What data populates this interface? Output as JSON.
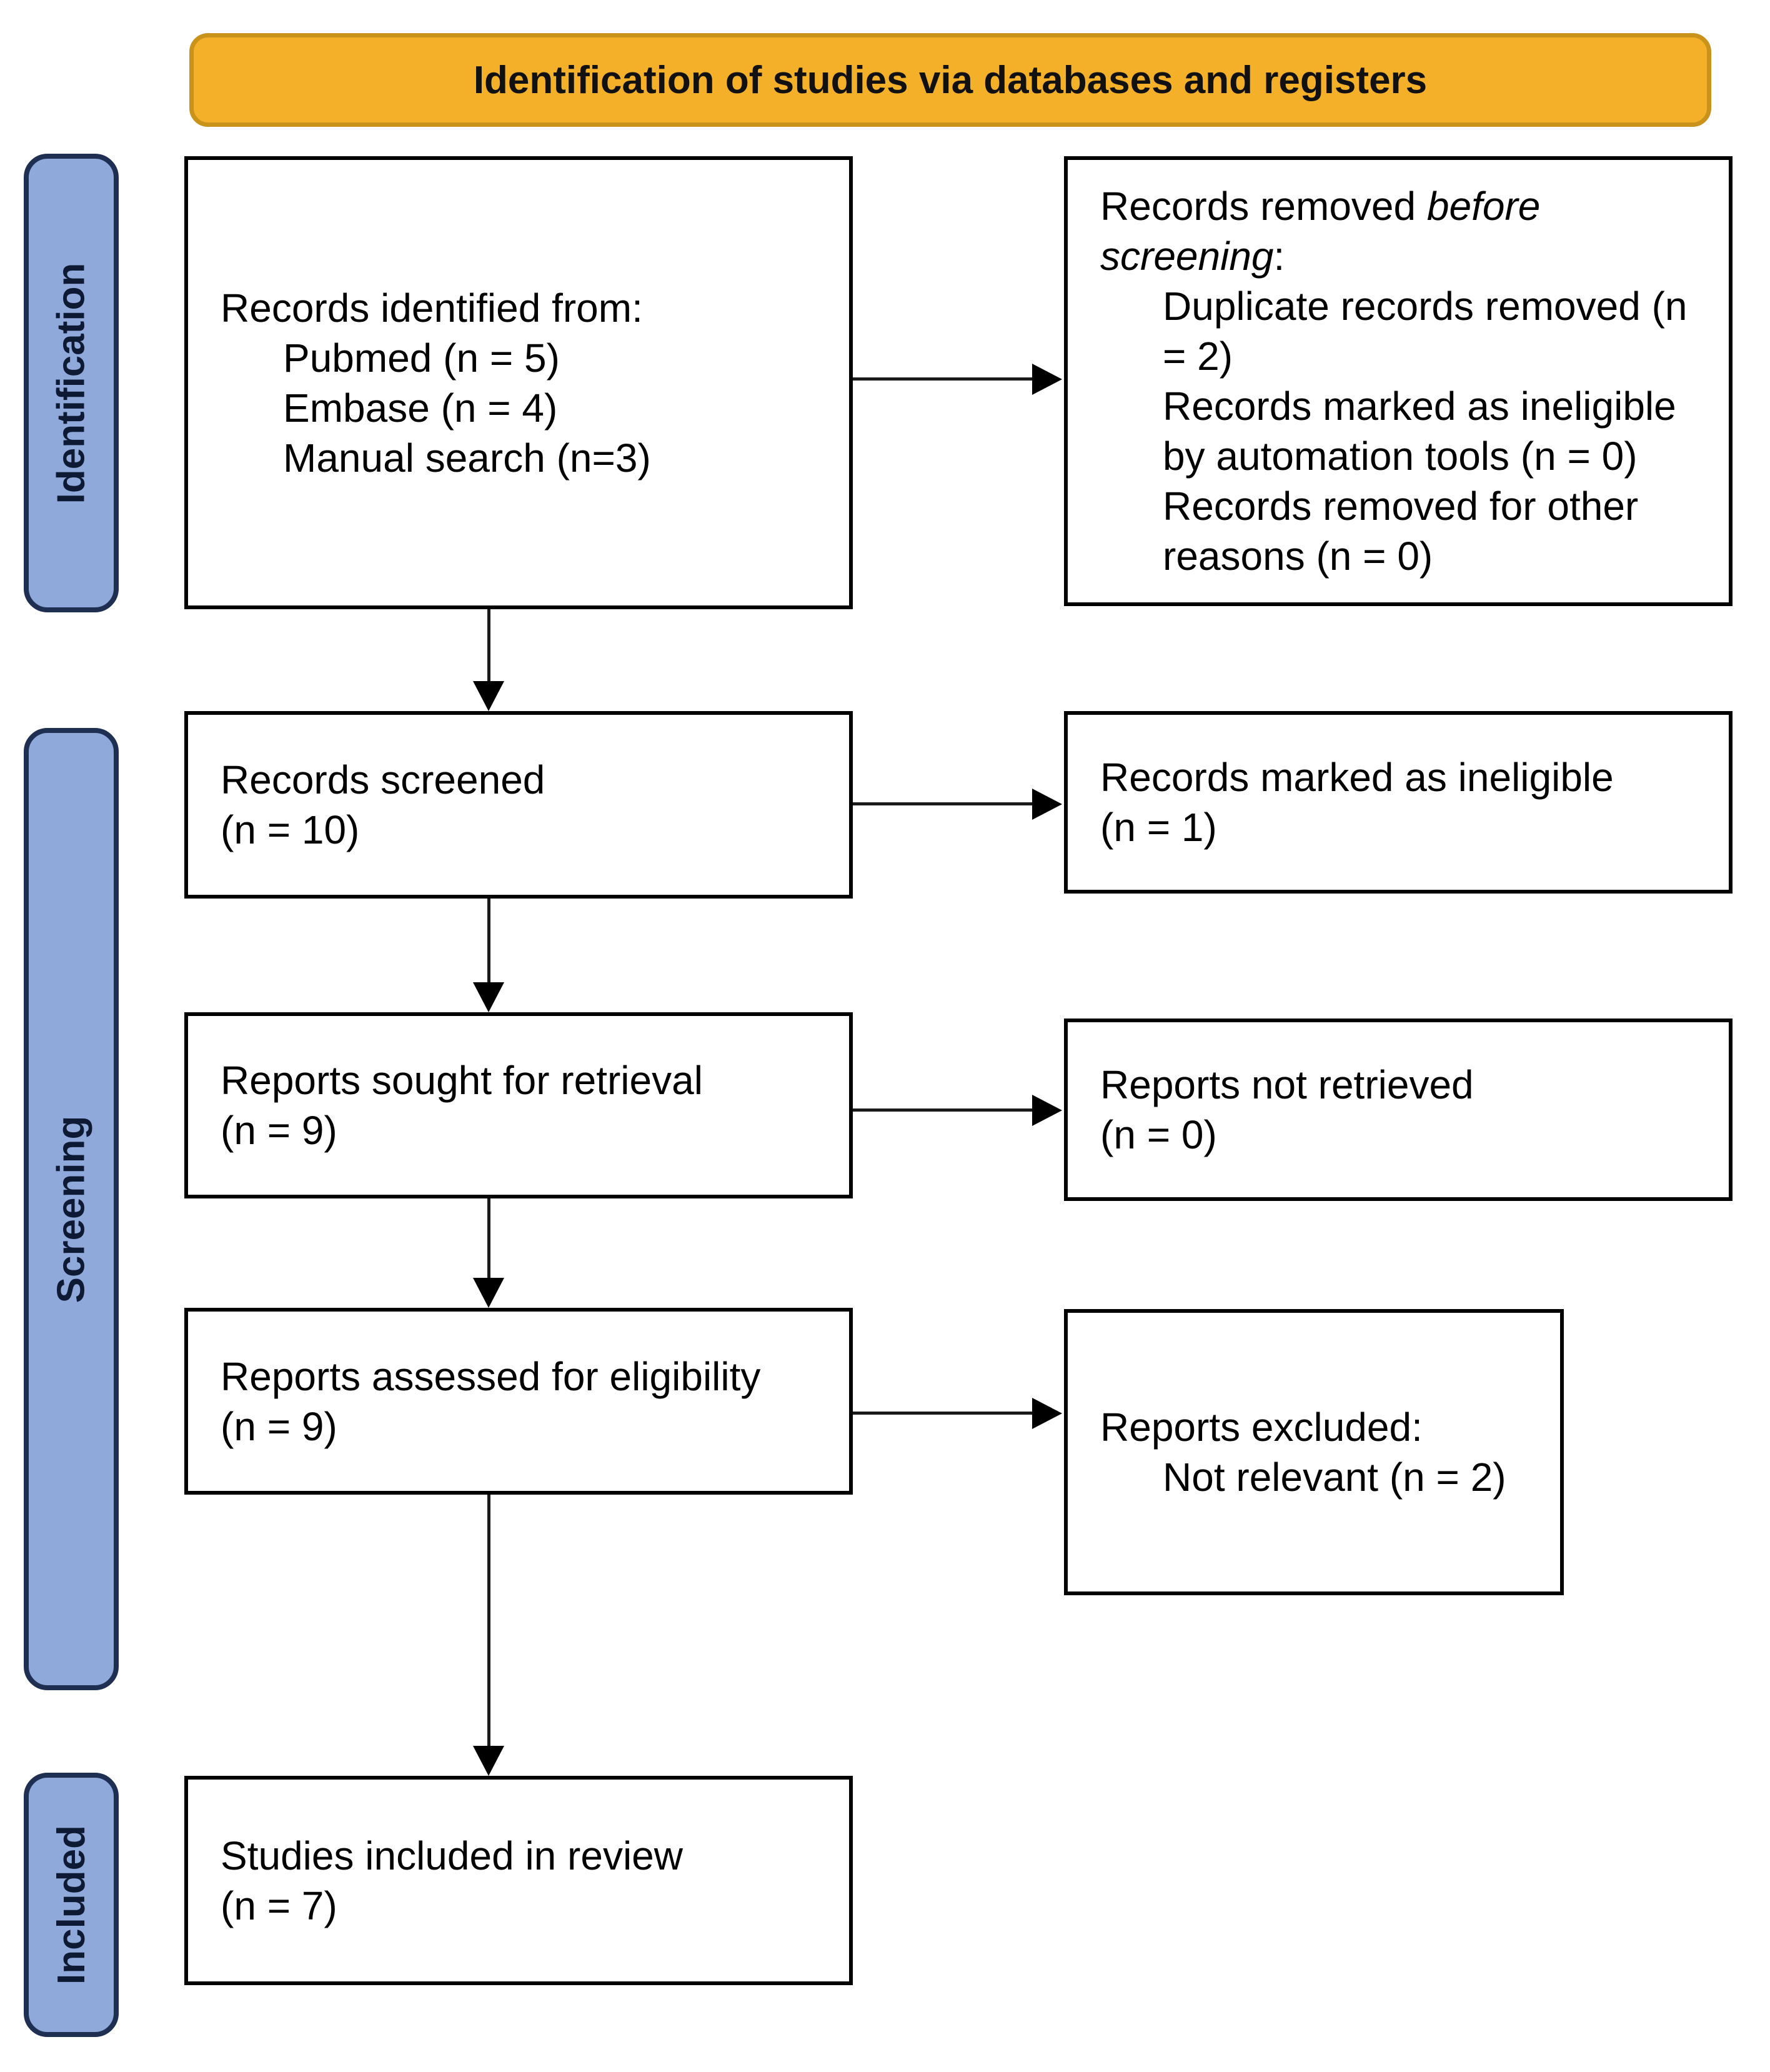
{
  "banner": {
    "title": "Identification of studies via databases and registers"
  },
  "sidebar": {
    "identification": "Identification",
    "screening": "Screening",
    "included": "Included"
  },
  "boxes": {
    "records_identified": {
      "heading": "Records identified from:",
      "items": [
        "Pubmed (n = 5)",
        "Embase (n = 4)",
        "Manual search (n=3)"
      ]
    },
    "records_removed": {
      "heading_prefix": "Records removed ",
      "heading_italic": "before screening",
      "heading_suffix": ":",
      "items": [
        "Duplicate records removed (n = 2)",
        "Records marked as ineligible by automation tools (n = 0)",
        "Records removed for other reasons (n = 0)"
      ]
    },
    "records_screened": {
      "line1": "Records screened",
      "line2": "(n = 10)"
    },
    "records_ineligible": {
      "line1": "Records marked as ineligible",
      "line2": "(n = 1)"
    },
    "reports_sought": {
      "line1": "Reports sought for retrieval",
      "line2": "(n = 9)"
    },
    "reports_not_retrieved": {
      "line1": "Reports not retrieved",
      "line2": "(n = 0)"
    },
    "reports_assessed": {
      "line1": "Reports assessed for eligibility",
      "line2": "(n = 9)"
    },
    "reports_excluded": {
      "heading": "Reports excluded:",
      "items": [
        "Not relevant (n = 2)"
      ]
    },
    "studies_included": {
      "line1": "Studies included in review",
      "line2": "(n = 7)"
    }
  },
  "colors": {
    "banner_fill": "#F4B028",
    "banner_border": "#C9921B",
    "sidebar_fill": "#8FA9DB",
    "sidebar_border": "#1E2F52",
    "box_border": "#000000",
    "arrow": "#000000",
    "background": "#FFFFFF"
  }
}
